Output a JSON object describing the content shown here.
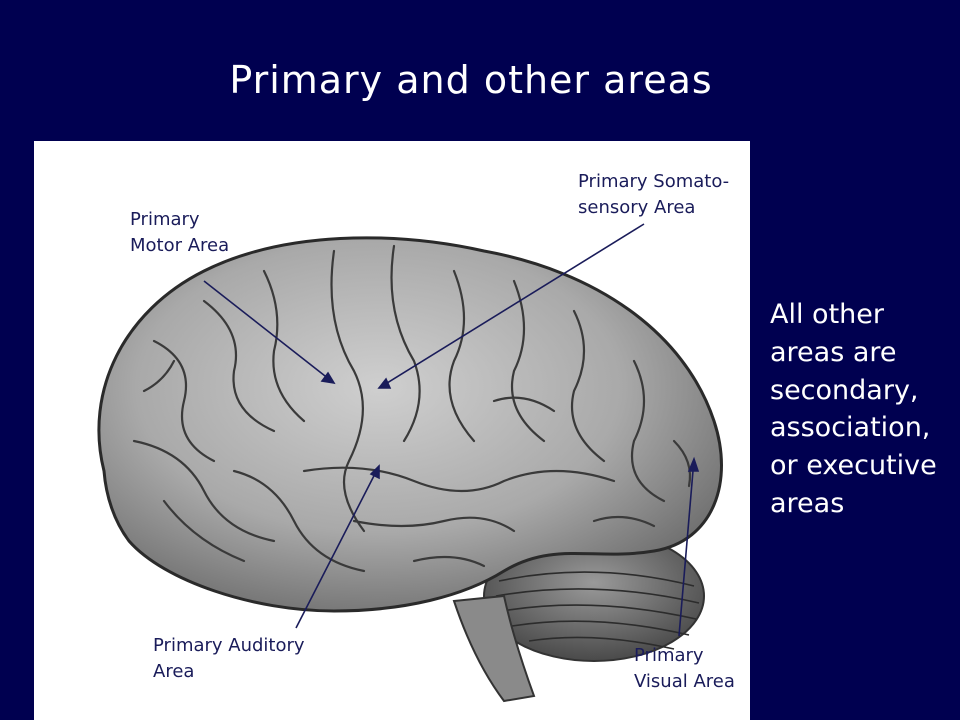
{
  "slide": {
    "title": "Primary and other areas",
    "background_color": "#000050"
  },
  "figure": {
    "description_icon": "brain-illustration",
    "labels": {
      "motor": [
        "Primary",
        "Motor Area"
      ],
      "somatosensory": [
        "Primary Somato-",
        "sensory Area"
      ],
      "auditory": [
        "Primary Auditory",
        "Area"
      ],
      "visual": [
        "Primary",
        "Visual Area"
      ]
    },
    "label_color": "#1a1c5a"
  },
  "side_note": {
    "lines": [
      "All other",
      "areas are",
      "secondary,",
      "association,",
      "or executive",
      "areas"
    ]
  }
}
